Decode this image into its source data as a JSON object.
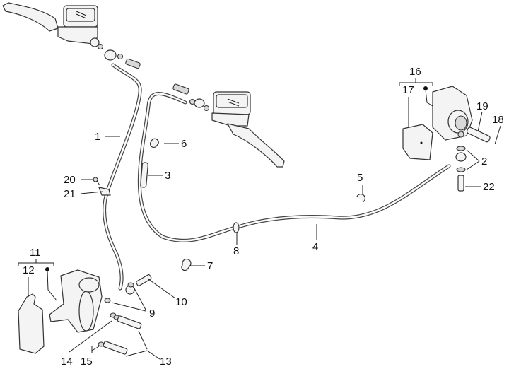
{
  "diagram": {
    "title": "Brake system exploded parts diagram",
    "callouts": [
      {
        "id": "1",
        "part": "front brake hose"
      },
      {
        "id": "2",
        "part": "sealing washers"
      },
      {
        "id": "3",
        "part": "hose sleeve"
      },
      {
        "id": "4",
        "part": "rear brake hose"
      },
      {
        "id": "5",
        "part": "hose clip"
      },
      {
        "id": "6",
        "part": "hose clamp"
      },
      {
        "id": "7",
        "part": "hose clamp"
      },
      {
        "id": "8",
        "part": "hose grommet"
      },
      {
        "id": "9",
        "part": "sealing washers"
      },
      {
        "id": "10",
        "part": "banjo bolt"
      },
      {
        "id": "11",
        "part": "front brake caliper assembly"
      },
      {
        "id": "12",
        "part": "front brake pads"
      },
      {
        "id": "13",
        "part": "caliper mounting bolts"
      },
      {
        "id": "14",
        "part": "washer"
      },
      {
        "id": "15",
        "part": "washer"
      },
      {
        "id": "16",
        "part": "rear brake caliper assembly"
      },
      {
        "id": "17",
        "part": "rear brake pads"
      },
      {
        "id": "18",
        "part": "caliper bolt"
      },
      {
        "id": "19",
        "part": "washer"
      },
      {
        "id": "20",
        "part": "screw"
      },
      {
        "id": "21",
        "part": "hose bracket"
      },
      {
        "id": "22",
        "part": "banjo bolt"
      }
    ]
  }
}
